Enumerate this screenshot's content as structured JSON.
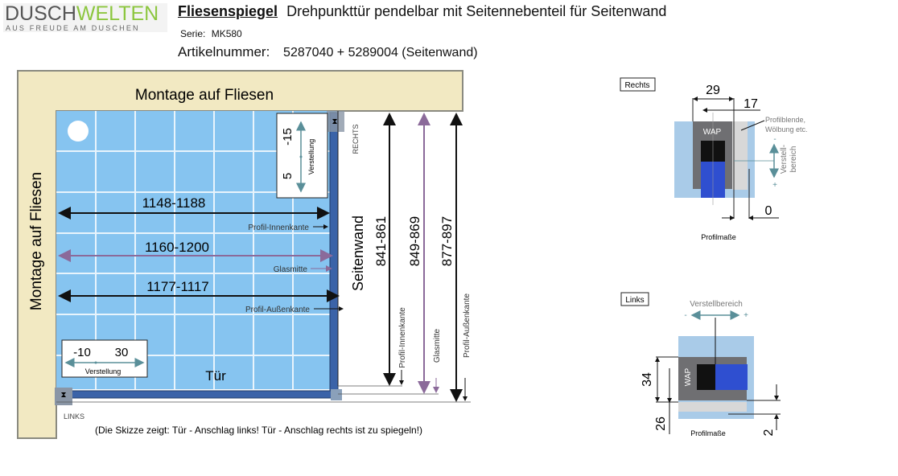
{
  "logo": {
    "part1": "DUSCH",
    "part2": "WELTEN",
    "tagline": "AUS FREUDE AM DUSCHEN"
  },
  "header": {
    "title_bold": "Fliesenspiegel",
    "title": "Drehpunkttür pendelbar mit Seitennebenteil für Seitenwand",
    "serie_label": "Serie:",
    "serie_value": "MK580",
    "article_label": "Artikelnummer:",
    "article_value": "5287040 + 5289004 (Seitenwand)"
  },
  "sketch": {
    "wall_top": "Montage auf Fliesen",
    "wall_left": "Montage auf Fliesen",
    "rechts": "RECHTS",
    "links": "LINKS",
    "door": "Tür",
    "side_panel": "Seitenwand",
    "adjust_right": {
      "minus": "-15",
      "plus": "5",
      "label": "Verstellung"
    },
    "adjust_left": {
      "minus": "-10",
      "plus": "30",
      "label": "Verstellung"
    },
    "horizontal": [
      {
        "value": "1148-1188",
        "edge": "Profil-Innenkante"
      },
      {
        "value": "1160-1200",
        "edge": "Glasmitte"
      },
      {
        "value": "1177-1117",
        "edge": "Profil-Außenkante"
      }
    ],
    "vertical": [
      {
        "value": "841-861",
        "edge": "Profil-Innenkante"
      },
      {
        "value": "849-869",
        "edge": "Glasmitte"
      },
      {
        "value": "877-897",
        "edge": "Profil-Außenkante"
      }
    ],
    "note": "(Die Skizze zeigt: Tür - Anschlag links! Tür - Anschlag rechts ist zu spiegeln!)"
  },
  "profile_right": {
    "label": "Rechts",
    "dim_width": "29",
    "dim_offset": "17",
    "dim_zero": "0",
    "wap": "WAP",
    "cover_note_1": "Profilblende,",
    "cover_note_2": "Wölbung etc.",
    "range_1": "Verstell-",
    "range_2": "bereich",
    "minus": "-",
    "plus": "+",
    "caption": "Profilmaße"
  },
  "profile_left": {
    "label": "Links",
    "range": "Verstellbereich",
    "minus": "-",
    "plus": "+",
    "wap": "WAP",
    "dim_height": "34",
    "dim_offset": "26",
    "dim_small": "2",
    "caption": "Profilmaße"
  },
  "colors": {
    "wall": "#f2e9c2",
    "tiles": "#86c4f0",
    "glass": "#3b63a8",
    "green": "#8cc63f",
    "purple": "#8b6a9a"
  }
}
